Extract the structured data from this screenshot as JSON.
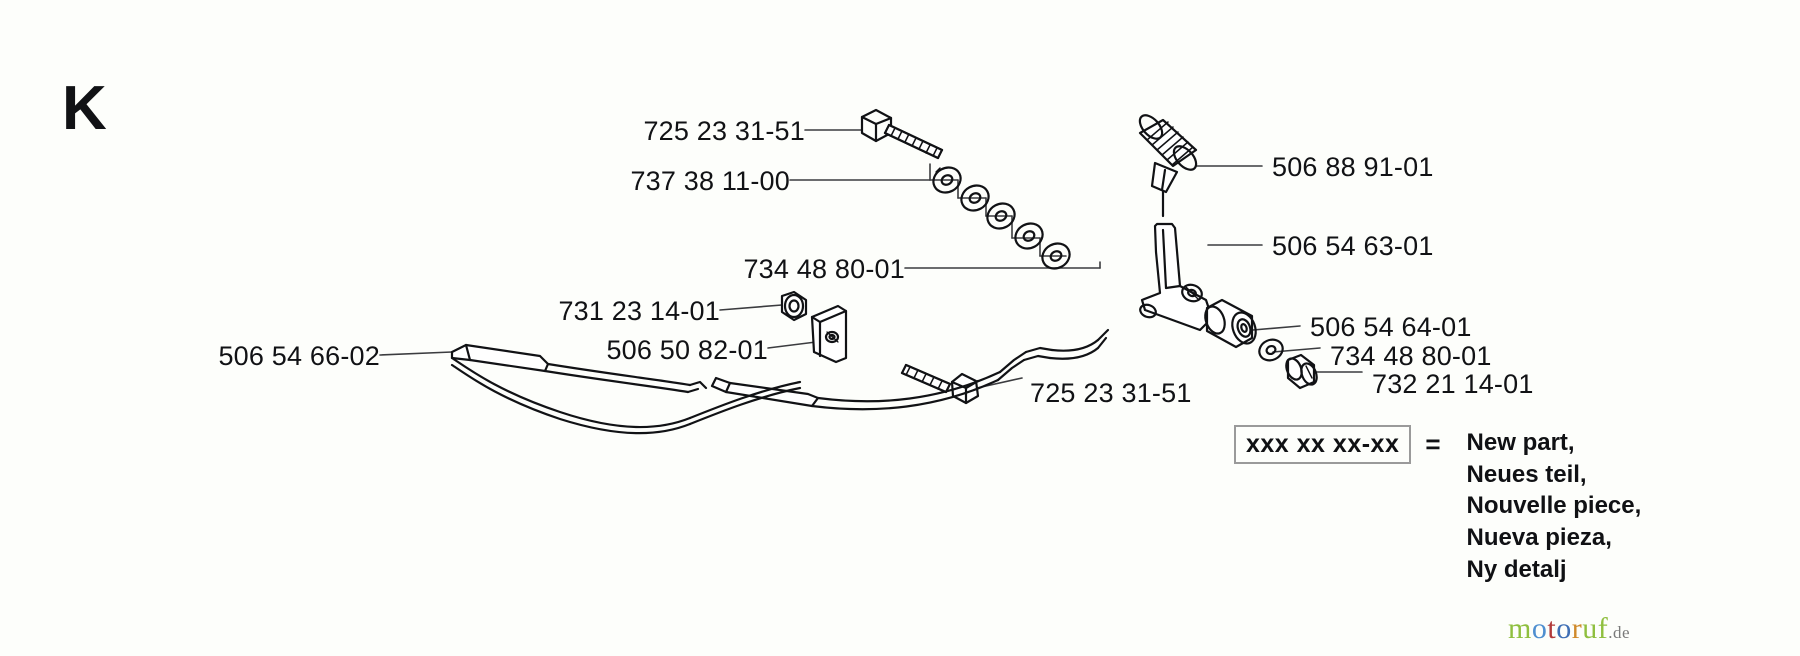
{
  "page": {
    "section_letter": "K",
    "background_color": "#fdfefb",
    "ink_color": "#111215"
  },
  "labels": {
    "screw_top": "725 23 31-51",
    "washer_set": "737 38 11-00",
    "washer_lower": "734 48 80-01",
    "nut_left": "731 23 14-01",
    "cable": "506 54 66-02",
    "bracket_small": "506 50 82-01",
    "screw_bottom": "725 23 31-51",
    "grip": "506 88 91-01",
    "lever_arm": "506 54 63-01",
    "bushing": "506 54 64-01",
    "washer_right": "734 48 80-01",
    "nut_right": "732 21 14-01"
  },
  "legend": {
    "code": "xxx xx xx-xx",
    "equals": "=",
    "terms": [
      "New part,",
      "Neues teil,",
      "Nouvelle piece,",
      "Nueva pieza,",
      "Ny detalj"
    ]
  },
  "watermark": {
    "part1": "m",
    "part2": "o",
    "part3": "t",
    "part4": "o",
    "part5": "r",
    "part6": "uf",
    "suffix": ".de"
  }
}
